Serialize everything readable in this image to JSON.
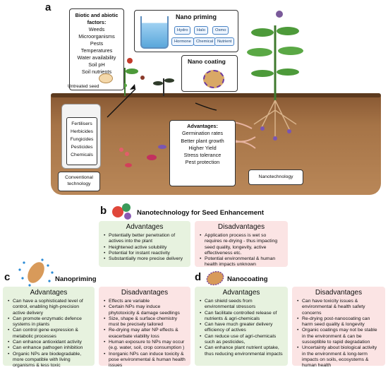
{
  "panel_a": {
    "letter": "a",
    "factors": {
      "head": "Biotic and abiotic factors:",
      "items": [
        "Weeds",
        "Microorganisms",
        "Pests",
        "Temperatures",
        "Water availability",
        "Soil pH",
        "Soil nutrients"
      ]
    },
    "priming": {
      "title": "Nano priming",
      "chips": [
        "Hydro",
        "Halo",
        "Osmo",
        "Hormone",
        "Chemical",
        "Nutrient"
      ]
    },
    "coating_title": "Nano coating",
    "untreated_label": "Untreated seed",
    "jug_items": [
      "Fertilisers",
      "Herbicides",
      "Fungicides",
      "Pesticides",
      "Chemicals"
    ],
    "conventional_label": "Conventional technology",
    "advantages": {
      "head": "Advantages:",
      "items": [
        "Germination rates",
        "Better plant growth",
        "Higher Yield",
        "Stress tolerance",
        "Pest protection"
      ]
    },
    "nanotech_label": "Nanotechnology"
  },
  "panel_b": {
    "letter": "b",
    "title": "Nanotechnology for Seed Enhancement",
    "advantages_title": "Advantages",
    "advantages": [
      "Potentially better penetration of actives into the plant",
      "Heightened active solubility",
      "Potential for instant reactivity",
      "Substantially more precise delivery"
    ],
    "disadvantages_title": "Disadvantages",
    "disadvantages": [
      "Application process is wet so requires re-drying - thus impacting seed quality, longevity, active effectiveness etc.",
      "Potential environmental & human health impacts unknown"
    ]
  },
  "panel_c": {
    "letter": "c",
    "title": "Nanopriming",
    "advantages_title": "Advantages",
    "advantages": [
      "Can have a sophisticated level of control, enabling high-precision active delivery",
      "Can promote enzymatic defence systems in plants",
      "Can control gene expression & metabolic processes",
      "Can enhance antioxidant activity",
      "Can enhance pathogen inhibition",
      "Organic NPs are biodegradable, more compatible with living organisms & less toxic"
    ],
    "disadvantages_title": "Disadvantages",
    "disadvantages": [
      "Effects are variable",
      "Certain NPs may induce phytotoxicity & damage seedlings",
      "Size, shape & surface chemistry must be precisely tailored",
      "Re-drying may alter NP effects & exacerbate viability loss",
      "Human exposure to NPs may occur (e.g. water, soil, crop consumption )",
      "Inorganic NPs can induce toxicity & pose environmental & human health issues"
    ]
  },
  "panel_d": {
    "letter": "d",
    "title": "Nanocoating",
    "advantages_title": "Advantages",
    "advantages": [
      "Can shield seeds from environmental stressors",
      "Can facilitate controlled release of nutrients & agri-chemicals",
      "Can have much greater delivery efficiency of actives",
      "Can reduce use of agri-chemicals such as pesticides,",
      "Can enhance plant nutrient uptake, thus reducing environmental impacts"
    ],
    "disadvantages_title": "Disadvantages",
    "disadvantages": [
      "Can have toxicity issues & environmental & health safety concerns",
      "Re-drying post-nanocoating can harm seed quality & longevity",
      "Organic coatings may not be stable in the environment & can be susceptible to rapid degradation",
      "Uncertainty about biological activity in the environment & long-term impacts on soils, ecosystems & human health"
    ]
  },
  "colors": {
    "advantages_bg": "#e7f2df",
    "disadvantages_bg": "#fbe4e4",
    "soil": "#a67447",
    "priming_chip": "#4a84c4"
  }
}
